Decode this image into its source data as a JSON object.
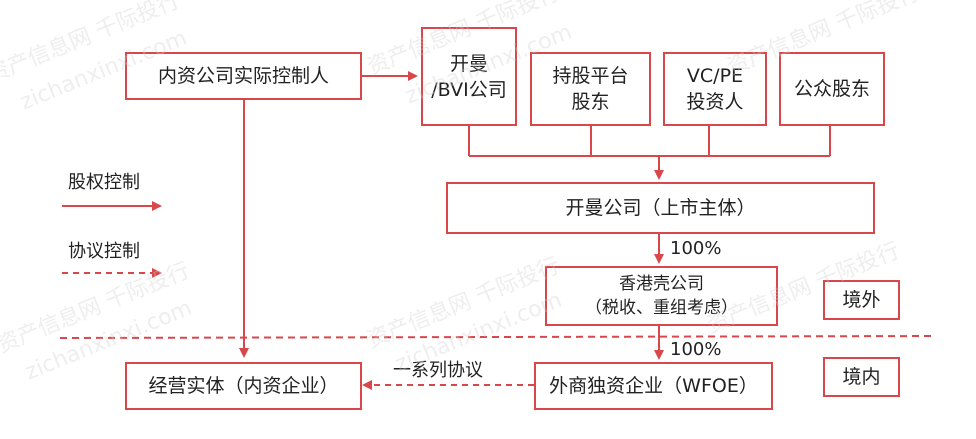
{
  "nodes": {
    "controller": "内资公司实际控制人",
    "kaiman_bvi": [
      "开曼",
      "/BVI公司"
    ],
    "platform": [
      "持股平台",
      "股东"
    ],
    "vcpe": [
      "VC/PE",
      "投资人"
    ],
    "public": "公众股东",
    "listed": "开曼公司（上市主体）",
    "hk": [
      "香港壳公司",
      "（税收、重组考虑）"
    ],
    "wfoe": "外商独资企业（WFOE）",
    "opco": "经营实体（内资企业）"
  },
  "legend": {
    "equity": "股权控制",
    "agreement": "协议控制"
  },
  "edge_labels": {
    "pct_hk": "100%",
    "pct_wfoe": "100%",
    "agreements": "一系列协议"
  },
  "regions": {
    "offshore": "境外",
    "onshore": "境内"
  },
  "watermark": {
    "cn": "资产信息网 千际投行",
    "url": "zichanxinxi.com"
  },
  "colors": {
    "accent": "#d9474b"
  }
}
